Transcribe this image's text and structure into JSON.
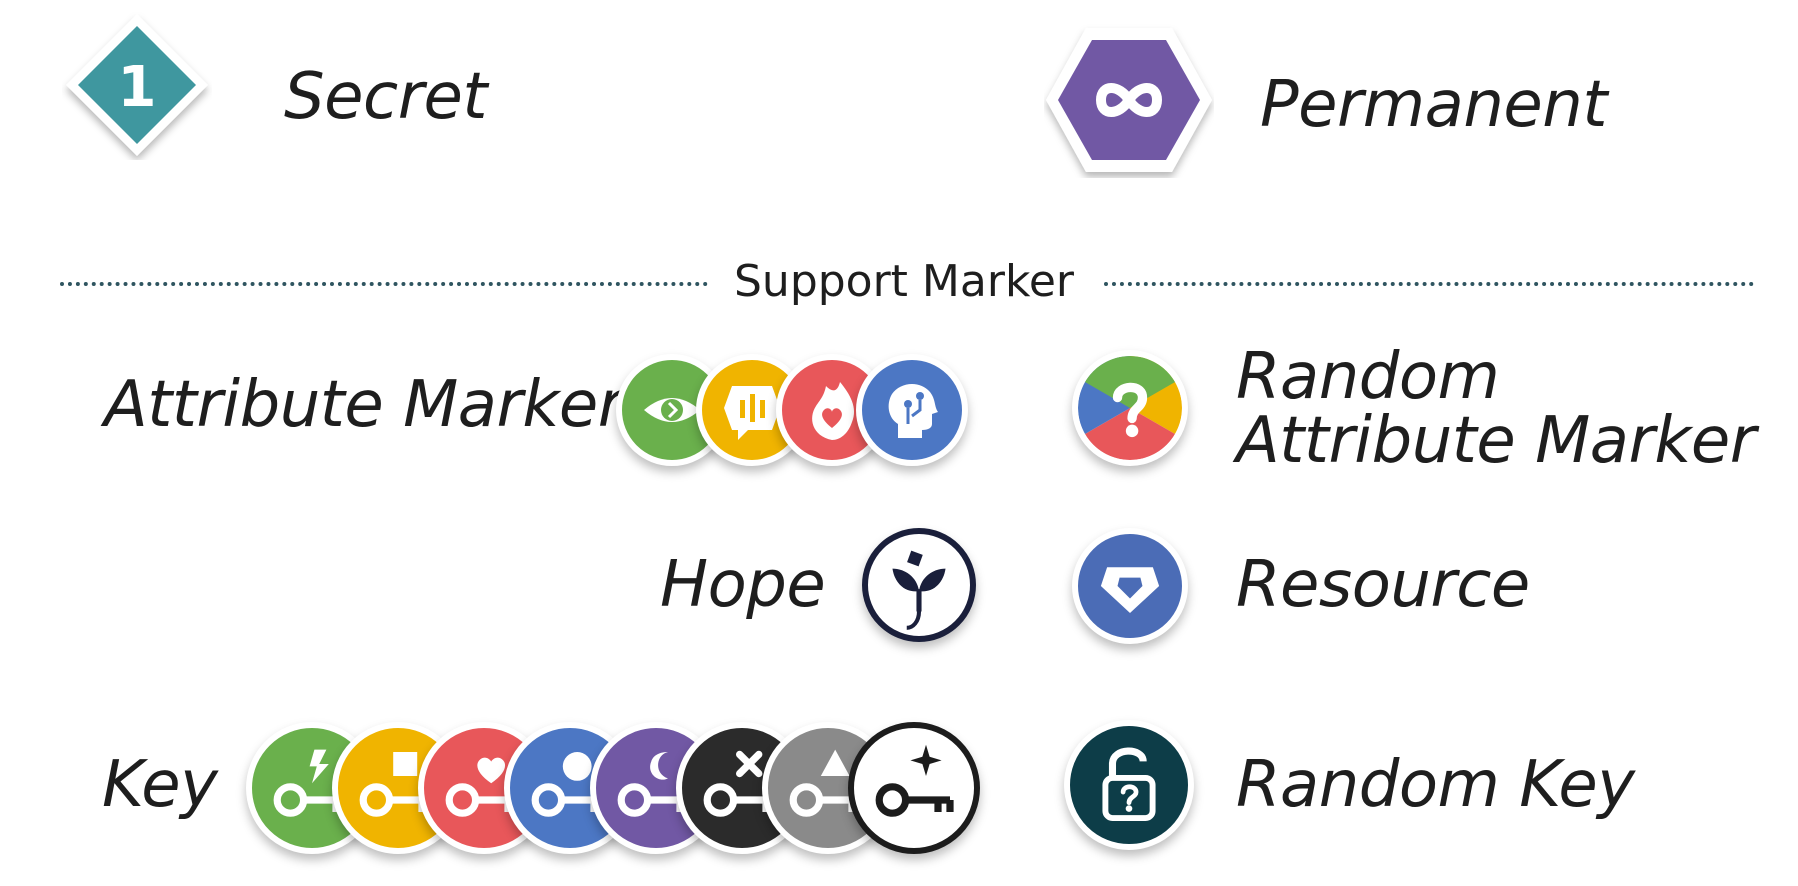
{
  "legend": {
    "secret": {
      "label": "Secret",
      "badge_number": "1",
      "color": "#3f979f"
    },
    "permanent": {
      "label": "Permanent",
      "color": "#7158a4",
      "icon": "infinity-icon"
    }
  },
  "support_section": {
    "title": "Support Marker",
    "divider_color": "#2f5560"
  },
  "attribute_marker": {
    "label": "Attribute Marker",
    "tokens": [
      {
        "icon": "eye-icon",
        "color": "#6ab04c"
      },
      {
        "icon": "speech-bubble-icon",
        "color": "#f0b400"
      },
      {
        "icon": "heart-flame-icon",
        "color": "#e8575a"
      },
      {
        "icon": "head-circuit-icon",
        "color": "#4c77c4"
      }
    ]
  },
  "random_attribute_marker": {
    "label_line1": "Random",
    "label_line2": "Attribute Marker",
    "icon": "question-mark-icon"
  },
  "hope": {
    "label": "Hope",
    "icon": "sprout-icon",
    "color": "#ffffff",
    "border": "#1a1f3b"
  },
  "resource": {
    "label": "Resource",
    "icon": "pentagon-gem-icon",
    "color": "#4b6cb6"
  },
  "key": {
    "label": "Key",
    "tokens": [
      {
        "icon": "key-lightning-icon",
        "color": "#6ab04c"
      },
      {
        "icon": "key-square-icon",
        "color": "#f0b400"
      },
      {
        "icon": "key-heart-icon",
        "color": "#e8575a"
      },
      {
        "icon": "key-circle-icon",
        "color": "#4c77c4"
      },
      {
        "icon": "key-moon-icon",
        "color": "#7158a4"
      },
      {
        "icon": "key-cross-icon",
        "color": "#2b2b2b"
      },
      {
        "icon": "key-triangle-icon",
        "color": "#8a8a8a"
      },
      {
        "icon": "key-star-icon",
        "color": "#ffffff"
      }
    ]
  },
  "random_key": {
    "label": "Random Key",
    "icon": "padlock-question-icon",
    "color": "#0d3d48"
  }
}
